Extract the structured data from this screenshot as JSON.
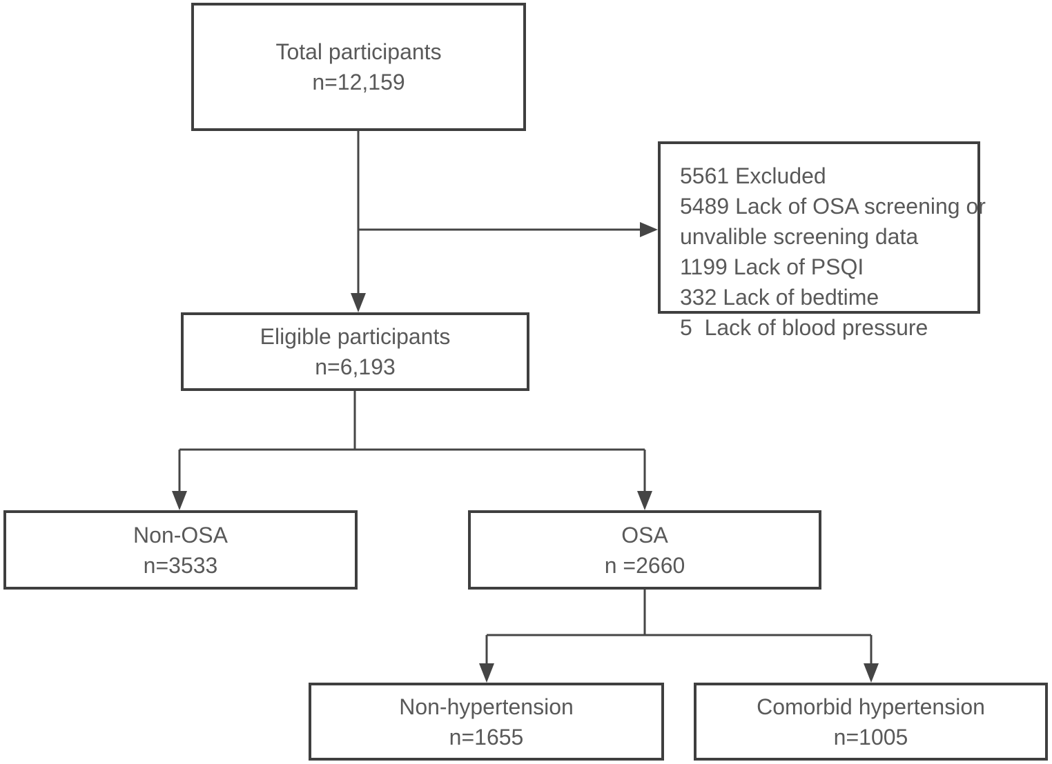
{
  "diagram": {
    "title": "Participant selection flow diagram",
    "colors": {
      "box_border": "#3f3f3f",
      "connector": "#454545",
      "text": "#595959",
      "background": "#ffffff"
    },
    "boxes": {
      "total": {
        "line1": "Total participants",
        "line2": "n=12,159"
      },
      "excluded": {
        "lines": [
          "5561 Excluded",
          "5489 Lack of OSA screening or",
          "unvalible screening data",
          "1199 Lack of PSQI",
          "332 Lack of bedtime",
          "5  Lack of blood pressure"
        ]
      },
      "eligible": {
        "line1": "Eligible participants",
        "line2": "n=6,193"
      },
      "non_osa": {
        "line1": "Non-OSA",
        "line2": "n=3533"
      },
      "osa": {
        "line1": "OSA",
        "line2": "n =2660"
      },
      "non_hypertension": {
        "line1": "Non-hypertension",
        "line2": "n=1655"
      },
      "comorbid_hypertension": {
        "line1": "Comorbid hypertension",
        "line2": "n=1005"
      }
    }
  }
}
